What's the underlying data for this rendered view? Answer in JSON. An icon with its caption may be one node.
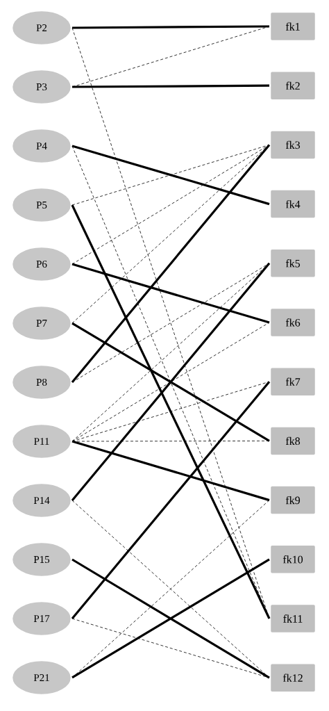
{
  "diagram": {
    "nodes": [
      {
        "text": [
          "P2"
        ]
      },
      {
        "text": [
          "P3"
        ]
      },
      {
        "text": [
          "P4"
        ]
      },
      {
        "text": [
          "P5"
        ]
      },
      {
        "text": [
          "P6"
        ]
      },
      {
        "text": [
          "P7"
        ]
      },
      {
        "text": [
          "P8"
        ]
      },
      {
        "text": [
          "P11"
        ]
      },
      {
        "text": [
          "P14"
        ]
      },
      {
        "text": [
          "P15"
        ]
      },
      {
        "text": [
          "P17"
        ]
      },
      {
        "text": [
          "P21"
        ]
      },
      {
        "text": [
          "fk1"
        ]
      },
      {
        "text": [
          "fk2"
        ]
      },
      {
        "text": [
          "fk3"
        ]
      },
      {
        "text": [
          "fk4"
        ]
      },
      {
        "text": [
          "fk5"
        ]
      },
      {
        "text": [
          "fk6"
        ]
      },
      {
        "text": [
          "fk7"
        ]
      },
      {
        "text": [
          "fk8"
        ]
      },
      {
        "text": [
          "fk9"
        ]
      },
      {
        "text": [
          "fk10"
        ]
      },
      {
        "text": [
          "fk11"
        ]
      },
      {
        "text": [
          "fk12"
        ]
      }
    ],
    "edges": [
      {
        "from": 0,
        "to": 12,
        "arrow": "none",
        "style": "thick"
      },
      {
        "from": 1,
        "to": 13,
        "arrow": "none",
        "style": "thick"
      },
      {
        "from": 2,
        "to": 15,
        "arrow": "none",
        "style": "thick"
      },
      {
        "from": 3,
        "to": 22,
        "arrow": "none",
        "style": "thick"
      },
      {
        "from": 4,
        "to": 17,
        "arrow": "none",
        "style": "thick"
      },
      {
        "from": 5,
        "to": 19,
        "arrow": "none",
        "style": "thick"
      },
      {
        "from": 6,
        "to": 14,
        "arrow": "none",
        "style": "thick"
      },
      {
        "from": 7,
        "to": 20,
        "arrow": "none",
        "style": "thick"
      },
      {
        "from": 8,
        "to": 16,
        "arrow": "none",
        "style": "thick"
      },
      {
        "from": 9,
        "to": 23,
        "arrow": "none",
        "style": "thick"
      },
      {
        "from": 10,
        "to": 18,
        "arrow": "none",
        "style": "thick"
      },
      {
        "from": 11,
        "to": 21,
        "arrow": "none",
        "style": "thick"
      },
      {
        "from": 0,
        "to": 22,
        "arrow": "none",
        "style": "dashed"
      },
      {
        "from": 1,
        "to": 12,
        "arrow": "none",
        "style": "dashed"
      },
      {
        "from": 2,
        "to": 22,
        "arrow": "none",
        "style": "dashed"
      },
      {
        "from": 3,
        "to": 14,
        "arrow": "none",
        "style": "dashed"
      },
      {
        "from": 4,
        "to": 14,
        "arrow": "none",
        "style": "dashed"
      },
      {
        "from": 5,
        "to": 14,
        "arrow": "none",
        "style": "dashed"
      },
      {
        "from": 6,
        "to": 16,
        "arrow": "none",
        "style": "dashed"
      },
      {
        "from": 7,
        "to": 16,
        "arrow": "none",
        "style": "dashed"
      },
      {
        "from": 7,
        "to": 17,
        "arrow": "none",
        "style": "dashed"
      },
      {
        "from": 7,
        "to": 18,
        "arrow": "none",
        "style": "dashed"
      },
      {
        "from": 7,
        "to": 19,
        "arrow": "none",
        "style": "dashed"
      },
      {
        "from": 8,
        "to": 23,
        "arrow": "none",
        "style": "dashed"
      },
      {
        "from": 10,
        "to": 23,
        "arrow": "none",
        "style": "dashed"
      },
      {
        "from": 11,
        "to": 20,
        "arrow": "none",
        "style": "dashed"
      }
    ]
  }
}
